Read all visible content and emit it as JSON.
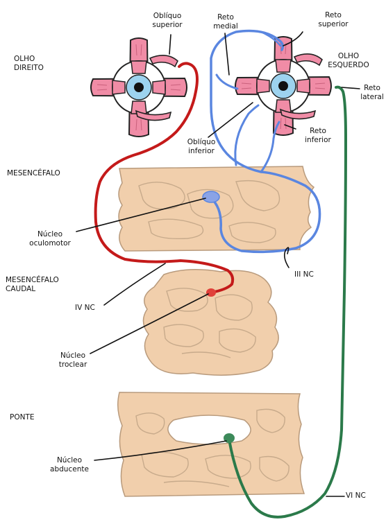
{
  "labels": {
    "olho_direito": "OLHO\nDIREITO",
    "olho_esquerdo": "OLHO\nESQUERDO",
    "obliquo_superior": "Oblíquo\nsuperior",
    "reto_medial": "Reto\nmedial",
    "reto_superior": "Reto\nsuperior",
    "reto_lateral": "Reto\nlateral",
    "obliquo_inferior": "Oblíquo\ninferior",
    "reto_inferior": "Reto\ninferior",
    "mesencefalo": "MESENCÉFALO",
    "nucleo_oculomotor": "Núcleo\noculomotor",
    "iii_nc": "III NC",
    "mesencefalo_caudal": "MESENCÉFALO\nCAUDAL",
    "iv_nc": "IV NC",
    "nucleo_troclear": "Núcleo\ntroclear",
    "ponte": "PONTE",
    "nucleo_abducente": "Núcleo\nabducente",
    "vi_nc": "VI NC"
  },
  "colors": {
    "muscle": "#f08ca6",
    "tissue": "#f1cfac",
    "iris": "#9dd3ef",
    "nerve_iii": "#5a86e0",
    "nerve_iv": "#c41a1a",
    "nerve_vi": "#2b7a4a"
  }
}
